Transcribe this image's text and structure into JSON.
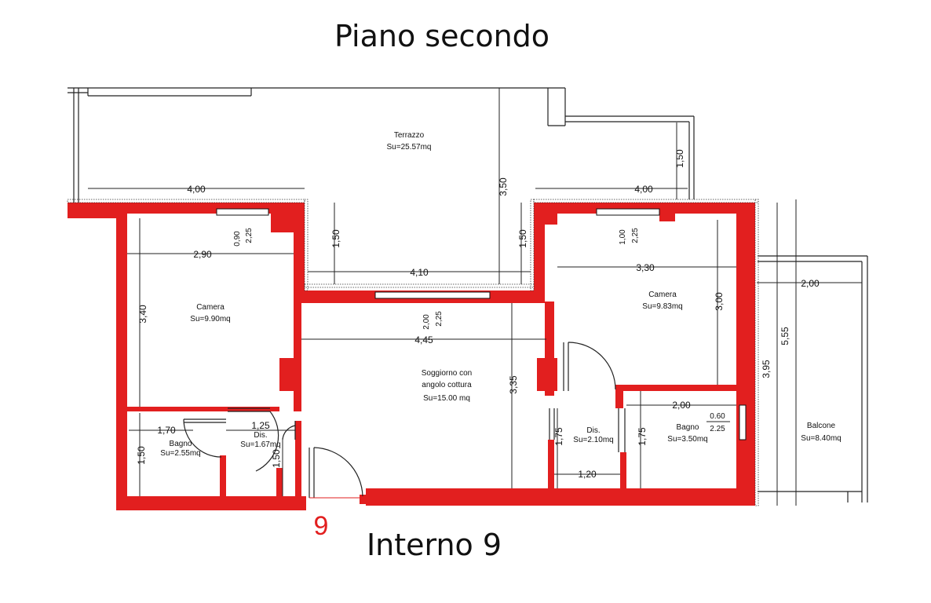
{
  "title": "Piano secondo",
  "subtitle": "Interno 9",
  "unit_number": "9",
  "colors": {
    "wall": "#e21f1f",
    "line": "#222222",
    "background": "#ffffff"
  },
  "rooms": [
    {
      "id": "terrazzo",
      "name": "Terrazzo",
      "area": "Su=25.57mq"
    },
    {
      "id": "camera-left",
      "name": "Camera",
      "area": "Su=9.90mq"
    },
    {
      "id": "camera-right",
      "name": "Camera",
      "area": "Su=9.83mq"
    },
    {
      "id": "soggiorno",
      "name": "Soggiorno con",
      "name2": "angolo cottura",
      "area": "Su=15.00 mq"
    },
    {
      "id": "bagno-left",
      "name": "Bagno",
      "area": "Su=2.55mq"
    },
    {
      "id": "dis-left",
      "name": "Dis.",
      "area": "Su=1.67mq"
    },
    {
      "id": "dis-right",
      "name": "Dis.",
      "area": "Su=2.10mq"
    },
    {
      "id": "bagno-right",
      "name": "Bagno",
      "area": "Su=3.50mq"
    },
    {
      "id": "balcone",
      "name": "Balcone",
      "area": "Su=8.40mq"
    }
  ],
  "dimensions": {
    "terrace_left_width": "4,00",
    "terrace_right_width": "4,00",
    "terrace_depth": "3,50",
    "terrace_right_depth": "1,50",
    "terrace_notch_left": "1,50",
    "terrace_notch_right": "1,50",
    "notch_width": "4,10",
    "camera_left_width": "2,90",
    "camera_left_depth": "3,40",
    "camera_left_window_h": "0,90",
    "camera_left_window_w": "2,25",
    "camera_right_width": "3,30",
    "camera_right_depth": "3,00",
    "camera_right_window_h": "1,00",
    "camera_right_window_w": "2,25",
    "soggiorno_width": "4,45",
    "soggiorno_depth": "3,35",
    "soggiorno_window_h": "2,00",
    "soggiorno_window_w": "2,25",
    "bagno_left_width": "1,70",
    "bagno_left_depth": "1,50",
    "dis_left_width": "1,25",
    "dis_left_depth": "1,50",
    "dis_right_depth": "1,75",
    "dis_right_width": "1,20",
    "bagno_right_width": "2,00",
    "bagno_right_depth": "1,75",
    "bagno_right_window_h": "0.60",
    "bagno_right_window_w": "2.25",
    "balcone_width": "2,00",
    "balcone_depth": "3,95",
    "balcone_total": "5,55"
  }
}
